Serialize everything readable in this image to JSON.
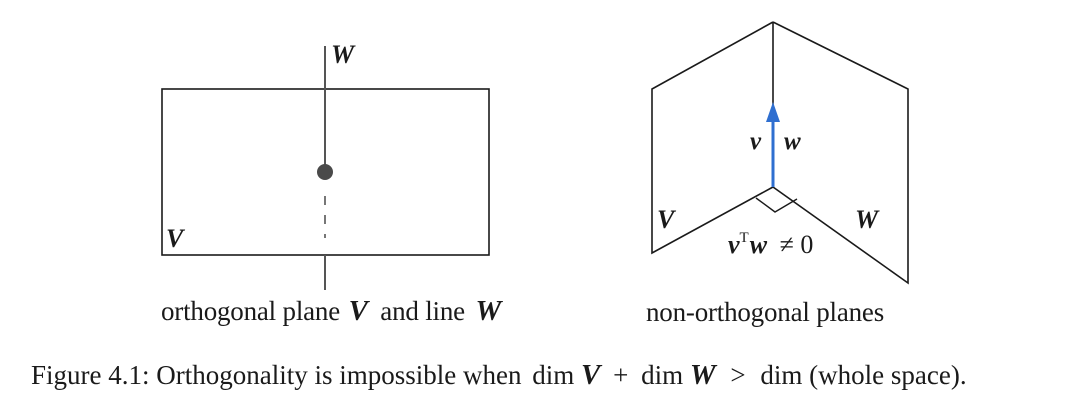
{
  "left_panel": {
    "plane_label": "V",
    "line_label": "W",
    "caption_text": "orthogonal plane",
    "caption_plane": "V",
    "caption_and": "and line",
    "caption_line": "W"
  },
  "right_panel": {
    "plane_v_label": "V",
    "plane_w_label": "W",
    "vector_v_label": "v",
    "vector_w_label": "w",
    "inner_product_v": "v",
    "inner_product_sup": "T",
    "inner_product_w": "w",
    "inner_product_rel": "≠ 0",
    "caption_text": "non-orthogonal planes"
  },
  "figure_caption": {
    "prefix": "Figure 4.1: Orthogonality is impossible when",
    "dim1": "dim",
    "v": "V",
    "plus": "+",
    "dim2": "dim",
    "w": "W",
    "gt": ">",
    "dim3": "dim",
    "suffix": "(whole space)."
  },
  "colors": {
    "ink": "#1a1a1a",
    "vector_blue": "#2f6fd0",
    "point_gray": "#4a4a4a"
  }
}
